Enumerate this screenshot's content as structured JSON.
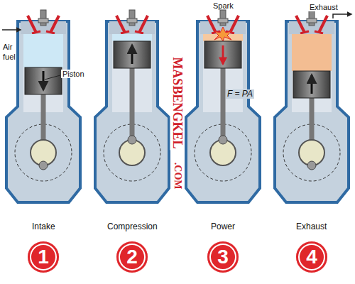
{
  "diagram": {
    "nodes": [
      {
        "text": [
          "1"
        ]
      },
      {
        "text": [
          "2"
        ]
      },
      {
        "text": [
          "3"
        ]
      },
      {
        "text": [
          "4"
        ]
      }
    ],
    "labels": [
      "Air",
      "fuel",
      "Piston",
      "Spark",
      "F = PA",
      "Exhaust",
      "MASBENGKEL",
      ".COM",
      "Intake",
      "Compression",
      "Power",
      "Exhaust"
    ]
  }
}
